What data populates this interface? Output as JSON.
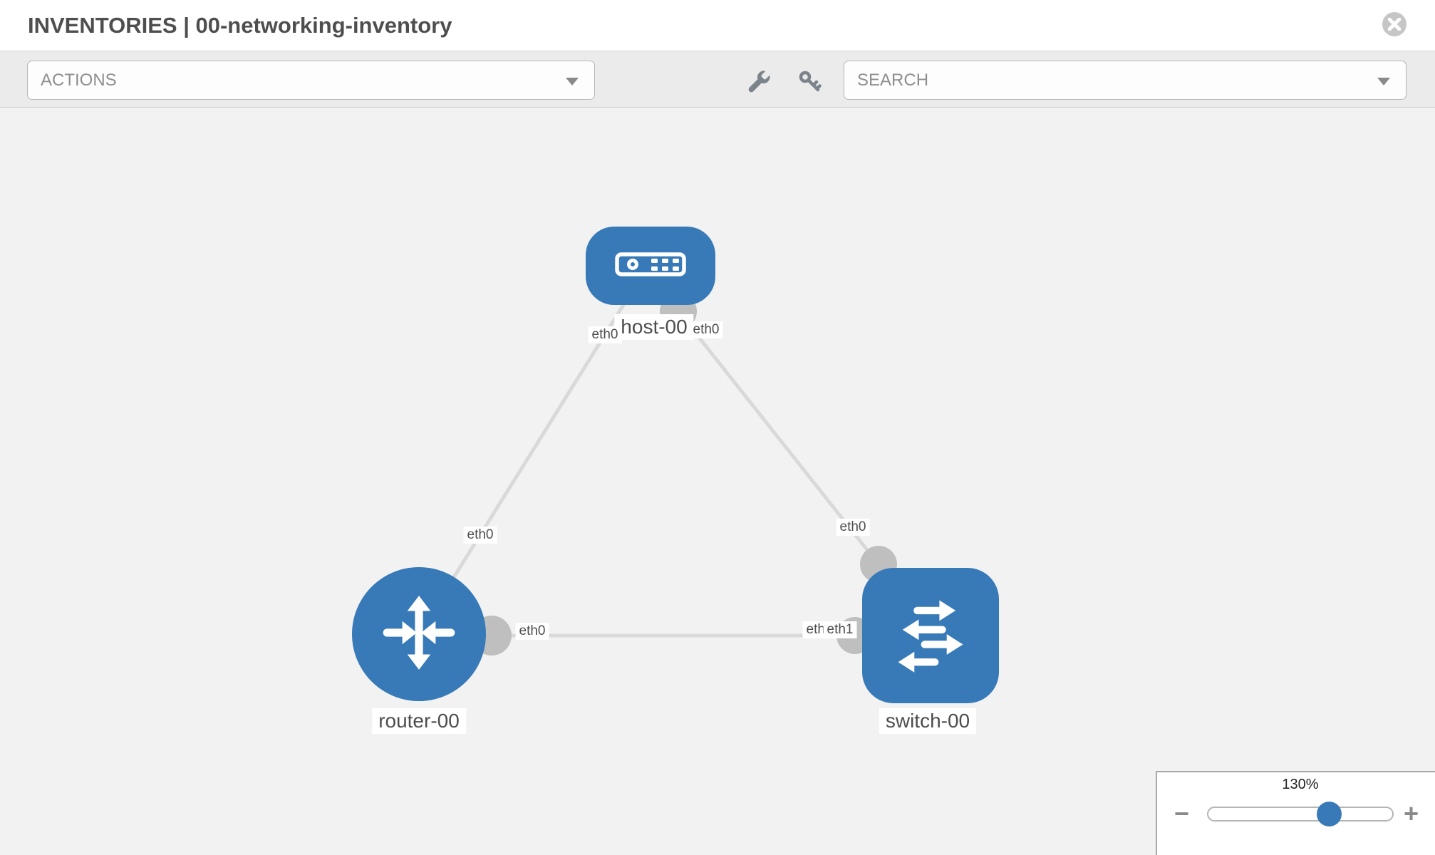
{
  "header": {
    "title": "INVENTORIES | 00-networking-inventory"
  },
  "toolbar": {
    "actions_label": "ACTIONS",
    "search_label": "SEARCH"
  },
  "topology": {
    "nodes": [
      {
        "id": "host-00",
        "label": "host-00",
        "type": "host"
      },
      {
        "id": "router-00",
        "label": "router-00",
        "type": "router"
      },
      {
        "id": "switch-00",
        "label": "switch-00",
        "type": "switch"
      }
    ],
    "links": [
      {
        "from": "host-00",
        "to": "router-00",
        "from_interface": "eth0",
        "to_interface": "eth0"
      },
      {
        "from": "host-00",
        "to": "switch-00",
        "from_interface": "eth0",
        "to_interface": "eth0"
      },
      {
        "from": "router-00",
        "to": "switch-00",
        "from_interface": "eth0",
        "to_interface": "eth1"
      }
    ]
  },
  "zoom_control": {
    "level": "130%",
    "minus": "−",
    "plus": "+"
  },
  "colors": {
    "node_fill": "#377ab7",
    "link": "#d9d9d9",
    "connector": "#bfbfbf",
    "canvas_bg": "#f2f2f2",
    "toolbar_bg": "#ebebeb"
  }
}
